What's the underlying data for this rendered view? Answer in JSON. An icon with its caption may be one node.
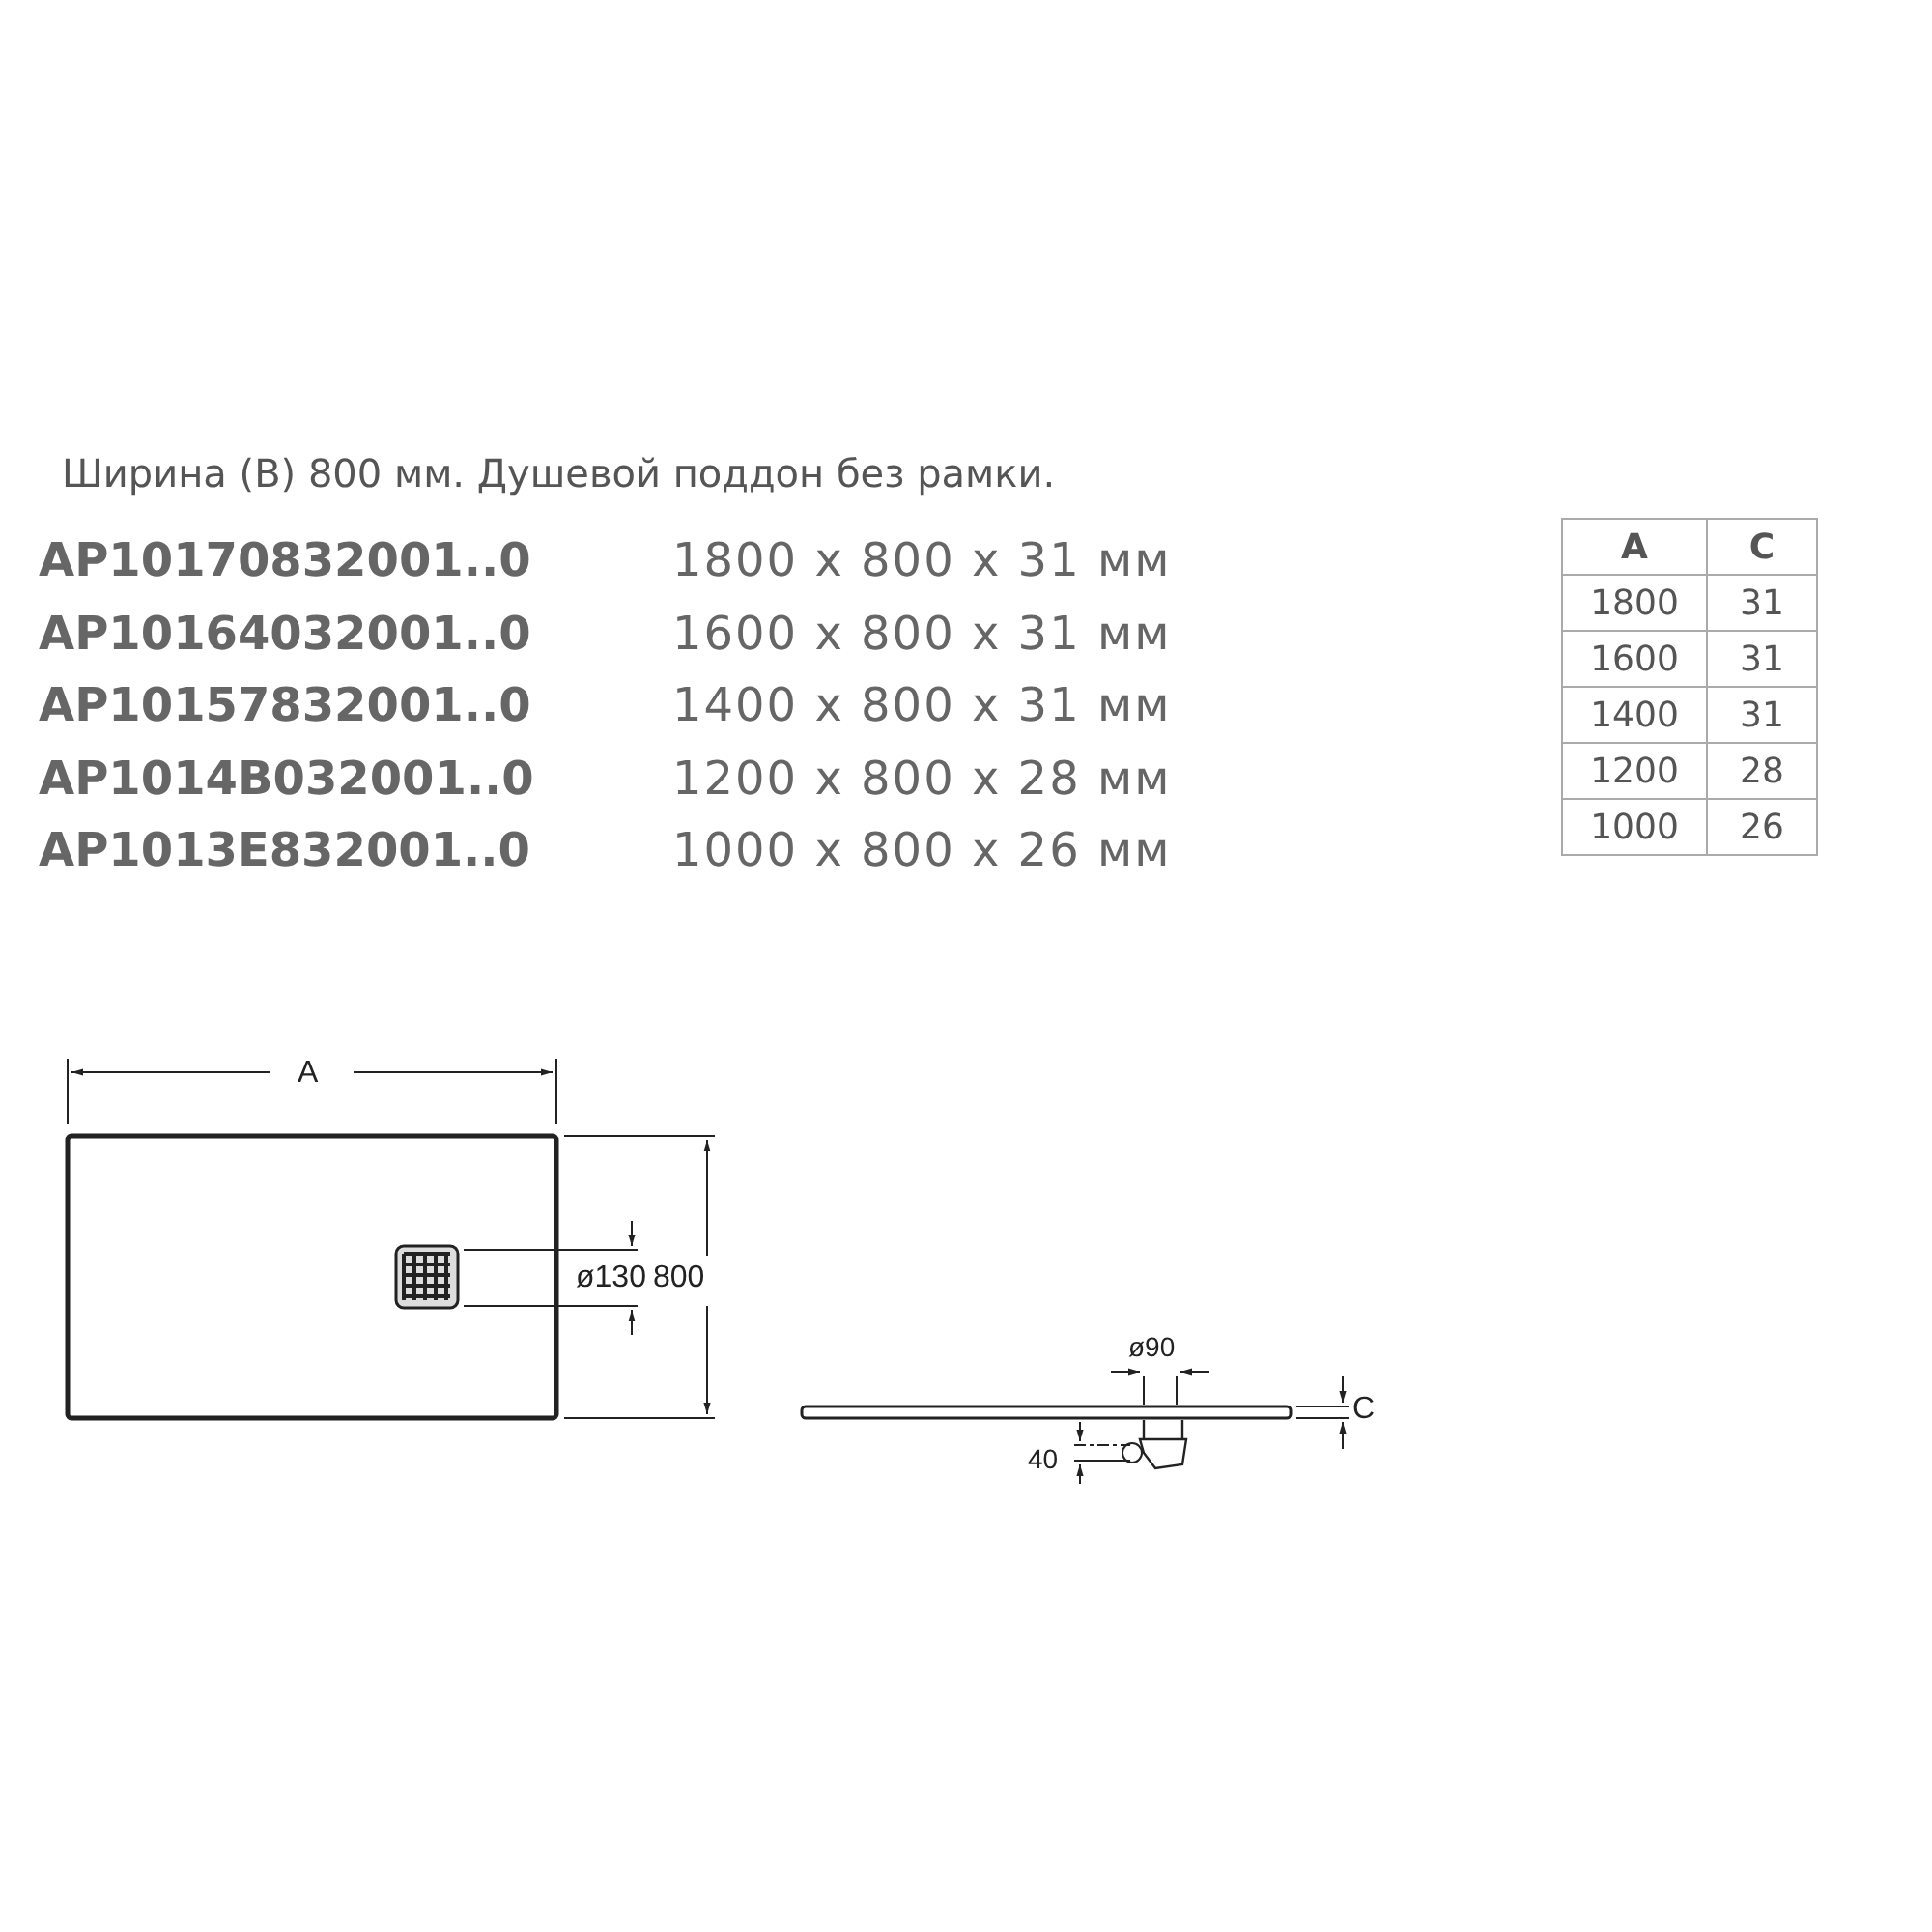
{
  "diagram": {
    "title": "Ширина (B) 800 мм.  Душевой поддон без рамки.",
    "labels": [
      "AP10170832001..0",
      "1800 x 800 x 31 мм",
      "AP10164032001..0",
      "1600 x 800 x 31 мм",
      "AP10157832001..0",
      "1400 x 800 x 31 мм",
      "AP1014B032001..0",
      "1200 x 800 x 28 мм",
      "AP1013E832001..0",
      "1000 x 800 x 26 мм",
      "A",
      "C",
      "1800",
      "31",
      "1600",
      "31",
      "1400",
      "31",
      "1200",
      "28",
      "1000",
      "26",
      "A",
      "ø130",
      "800",
      "ø90",
      "C",
      "40"
    ]
  }
}
